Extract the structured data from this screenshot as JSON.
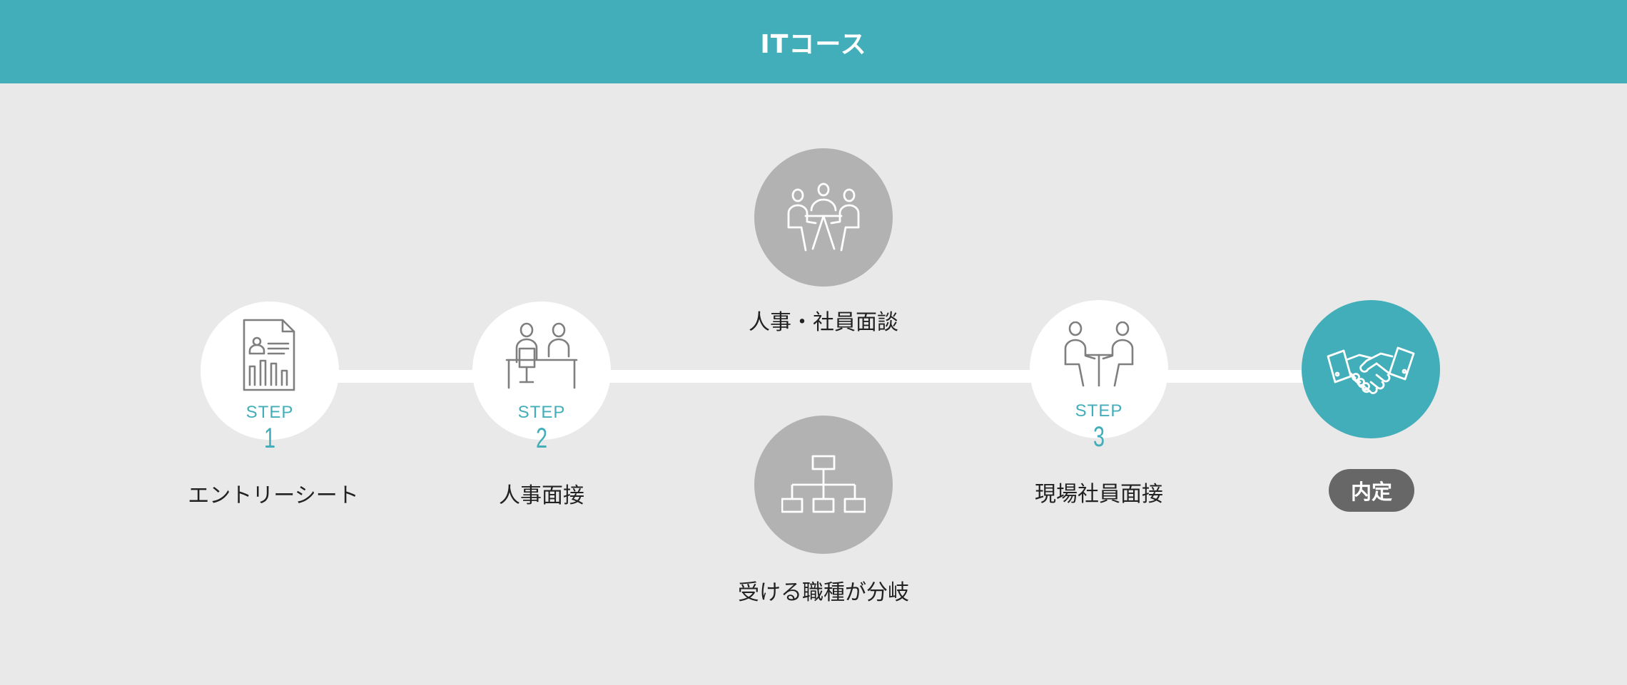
{
  "header": {
    "title": "ITコース"
  },
  "steps": [
    {
      "step_word": "STEP",
      "number": "1",
      "caption": "エントリーシート",
      "icon": "document-report-icon"
    },
    {
      "step_word": "STEP",
      "number": "2",
      "caption": "人事面接",
      "icon": "interview-desk-icon"
    },
    {
      "step_word": "STEP",
      "number": "3",
      "caption": "現場社員面接",
      "icon": "face-to-face-meeting-icon"
    }
  ],
  "branch": {
    "upper_caption": "人事・社員面談",
    "upper_icon": "group-meeting-icon",
    "lower_caption": "受ける職種が分岐",
    "lower_icon": "org-chart-icon"
  },
  "final": {
    "badge": "内定",
    "icon": "handshake-icon"
  },
  "colors": {
    "accent": "#42aeb9",
    "background": "#e9e9e9",
    "gray_circle": "#b2b2b2",
    "badge": "#676767"
  }
}
